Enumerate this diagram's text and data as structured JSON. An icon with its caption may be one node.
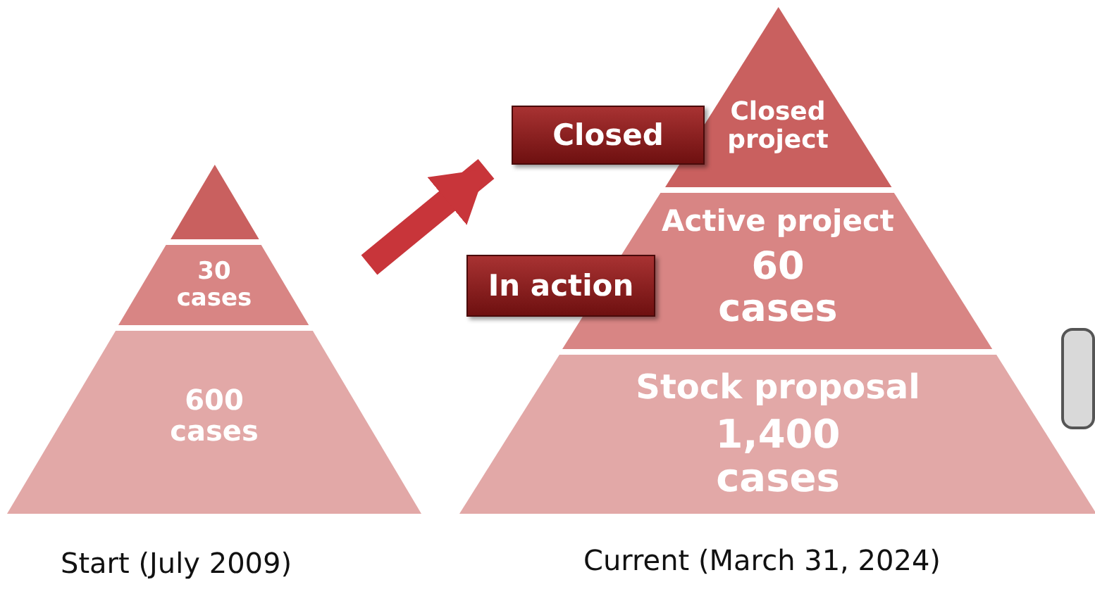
{
  "diagram": {
    "nodes": [
      {
        "text": [],
        "shape": "triangle"
      },
      {
        "text": [
          "30 cases"
        ]
      },
      {
        "text": [
          "600 cases"
        ]
      },
      {
        "text": [
          "Closed project"
        ]
      },
      {
        "text": [
          "Active project",
          "60 cases"
        ]
      },
      {
        "text": [
          "Stock proposal",
          "1,400 cases"
        ]
      },
      {
        "text": [
          "Closed"
        ]
      },
      {
        "text": [
          "In action"
        ]
      },
      {
        "text": [],
        "shape": "box"
      }
    ],
    "edges": [
      {
        "from": 1,
        "to": 6,
        "arrow": "to"
      }
    ],
    "labels": [
      "Start (July 2009)",
      "Current (March 31, 2024)"
    ]
  }
}
